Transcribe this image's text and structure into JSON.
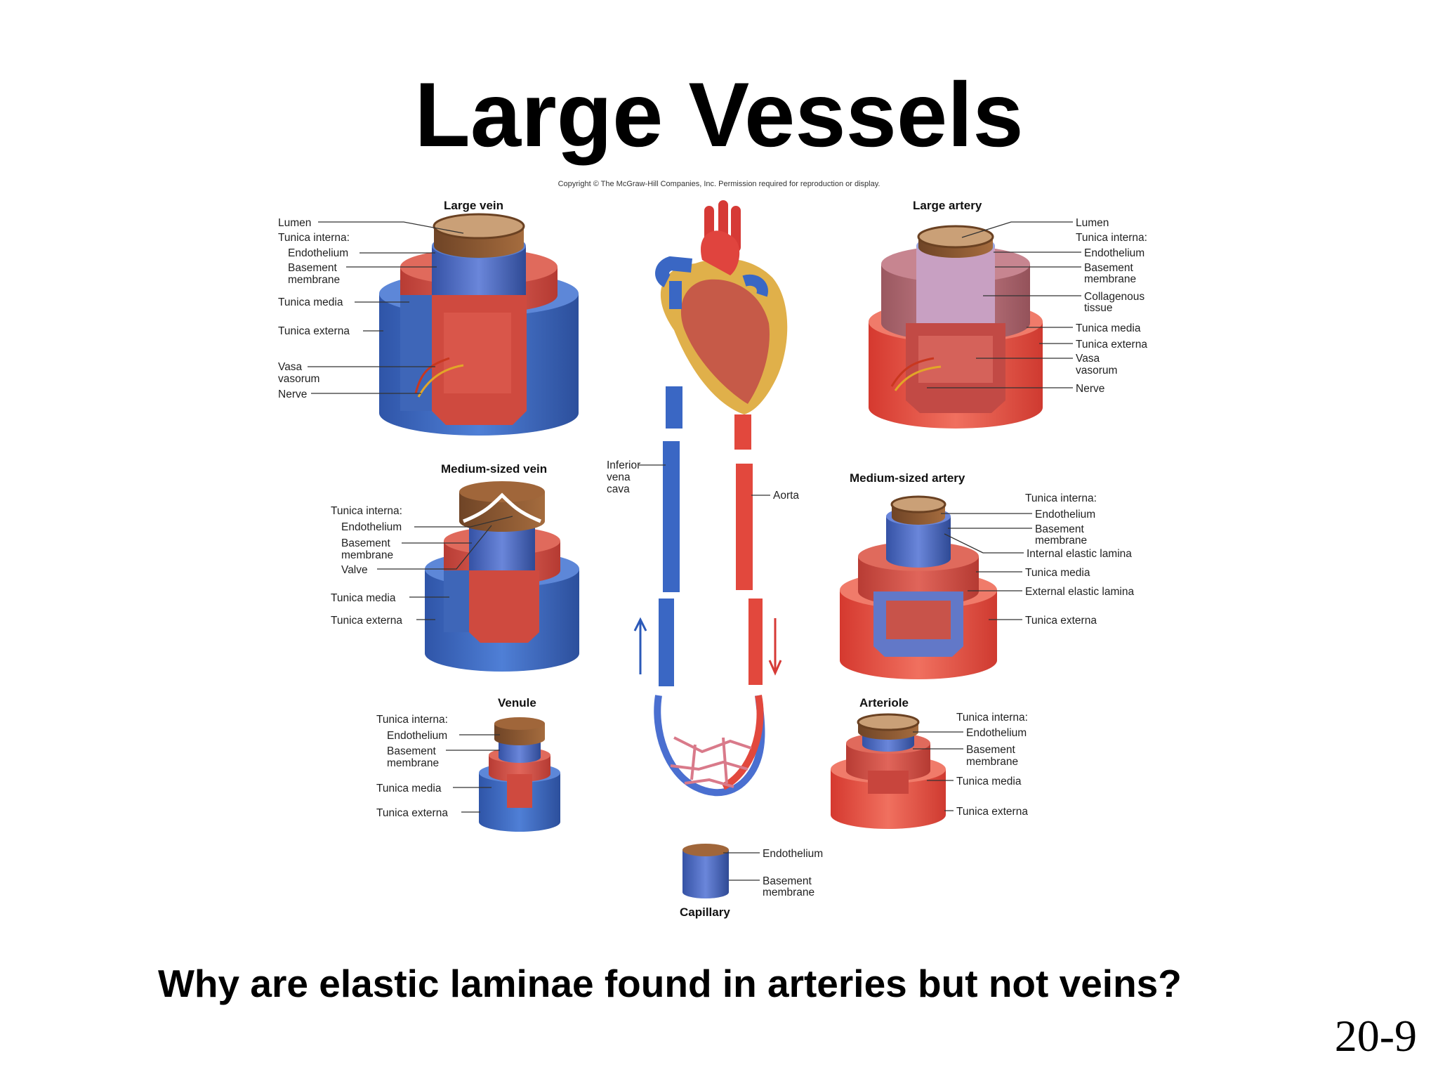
{
  "slide": {
    "title": "Large Vessels",
    "copyright": "Copyright © The McGraw-Hill Companies, Inc. Permission required for reproduction or display.",
    "question": "Why are elastic laminae found in arteries but not veins?",
    "slide_number": "20-9"
  },
  "colors": {
    "vein": "#3a67c4",
    "artery": "#e2483d",
    "muscle": "#c9483f",
    "lumen": "#8a5a33"
  },
  "large_vein": {
    "heading": "Large vein",
    "labels": [
      "Lumen",
      "Tunica interna:",
      "Endothelium",
      "Basement",
      "membrane",
      "Tunica media",
      "Tunica externa",
      "Vasa",
      "vasorum",
      "Nerve"
    ]
  },
  "large_artery": {
    "heading": "Large artery",
    "labels": [
      "Lumen",
      "Tunica interna:",
      "Endothelium",
      "Basement",
      "membrane",
      "Collagenous",
      "tissue",
      "Tunica media",
      "Tunica externa",
      "Vasa",
      "vasorum",
      "Nerve"
    ]
  },
  "medium_vein": {
    "heading": "Medium-sized vein",
    "labels": [
      "Tunica interna:",
      "Endothelium",
      "Basement",
      "membrane",
      "Valve",
      "Tunica media",
      "Tunica externa"
    ]
  },
  "medium_artery": {
    "heading": "Medium-sized artery",
    "labels": [
      "Tunica interna:",
      "Endothelium",
      "Basement",
      "membrane",
      "Internal elastic lamina",
      "Tunica media",
      "External elastic lamina",
      "Tunica externa"
    ]
  },
  "venule": {
    "heading": "Venule",
    "labels": [
      "Tunica interna:",
      "Endothelium",
      "Basement",
      "membrane",
      "Tunica media",
      "Tunica externa"
    ]
  },
  "arteriole": {
    "heading": "Arteriole",
    "labels": [
      "Tunica interna:",
      "Endothelium",
      "Basement",
      "membrane",
      "Tunica media",
      "Tunica externa"
    ]
  },
  "center": {
    "vena_cava": [
      "Inferior",
      "vena",
      "cava"
    ],
    "aorta": "Aorta"
  },
  "capillary": {
    "heading": "Capillary",
    "labels": [
      "Endothelium",
      "Basement",
      "membrane"
    ]
  }
}
